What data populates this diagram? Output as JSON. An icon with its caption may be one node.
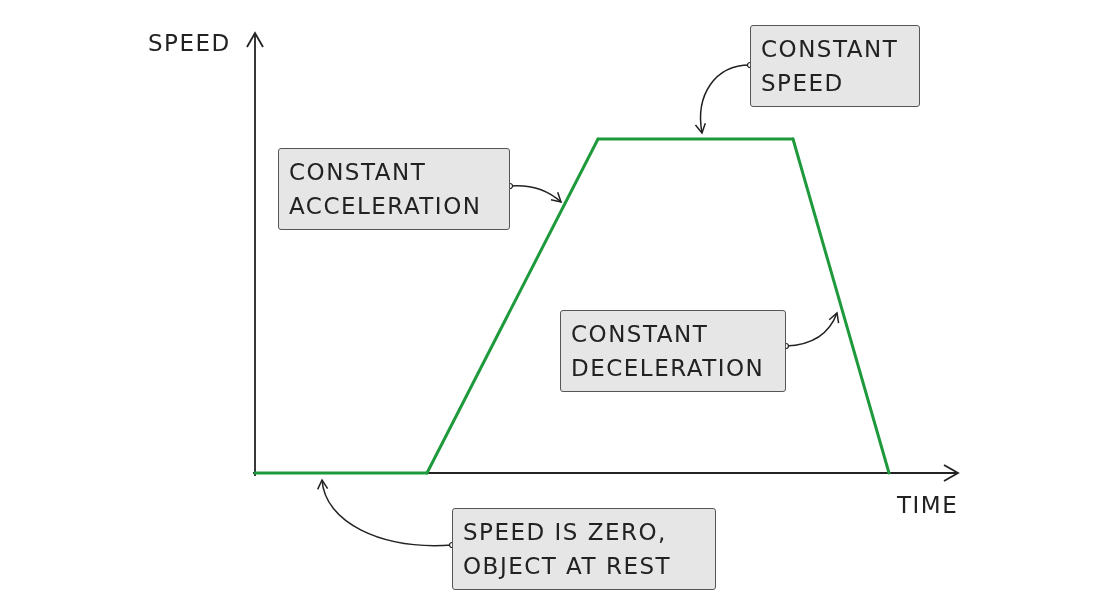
{
  "diagram": {
    "nodes": [
      {
        "text": [
          "CONSTANT SPEED"
        ]
      },
      {
        "text": [
          "CONSTANT ACCELERATION"
        ]
      },
      {
        "text": [
          "CONSTANT DECELERATION"
        ]
      },
      {
        "text": [
          "SPEED IS ZERO, OBJECT AT REST"
        ]
      },
      {
        "text": [],
        "shape": "line"
      },
      {
        "text": [],
        "shape": "line"
      },
      {
        "text": [],
        "shape": "line"
      },
      {
        "text": [],
        "shape": "line"
      }
    ],
    "edges": [
      {
        "from": 0,
        "to": 6,
        "arrow": "to"
      },
      {
        "from": 1,
        "to": 5,
        "arrow": "to"
      },
      {
        "from": 2,
        "to": 7,
        "arrow": "to"
      },
      {
        "from": 3,
        "to": 4,
        "arrow": "to"
      }
    ],
    "labels": [
      "SPEED",
      "TIME"
    ]
  }
}
